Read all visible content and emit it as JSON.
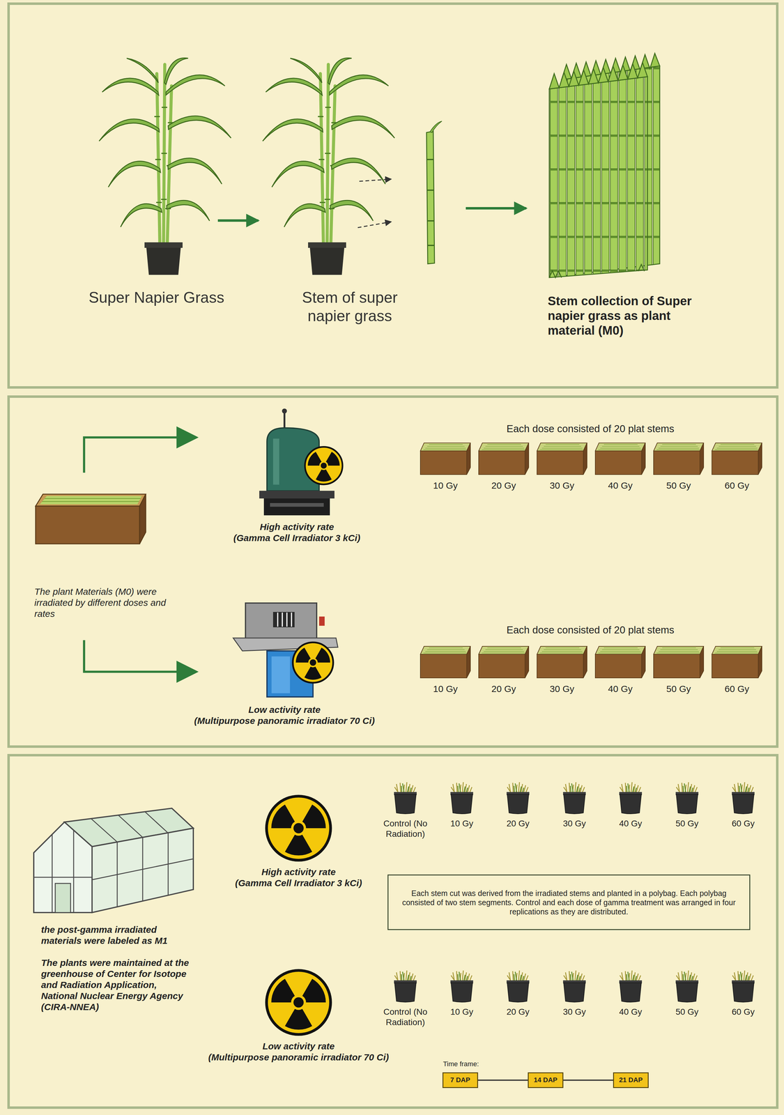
{
  "diagram": {
    "nodes": [
      {
        "text": [
          "Super Napier Grass"
        ]
      },
      {
        "text": [
          "Stem of super napier grass"
        ]
      },
      {
        "text": [
          "Stem collection of Super napier grass as plant material (M0)"
        ]
      },
      {
        "text": [
          "The plant Materials (M0) were irradiated by different doses and rates"
        ]
      },
      {
        "text": [
          "High activity rate",
          "(Gamma Cell Irradiator 3 kCi)"
        ]
      },
      {
        "text": [
          "Low activity rate",
          "(Multipurpose panoramic irradiator 70 Ci)"
        ]
      },
      {
        "text": [
          "10 Gy"
        ]
      },
      {
        "text": [
          "20 Gy"
        ]
      },
      {
        "text": [
          "30 Gy"
        ]
      },
      {
        "text": [
          "40 Gy"
        ]
      },
      {
        "text": [
          "50 Gy"
        ]
      },
      {
        "text": [
          "60 Gy"
        ]
      },
      {
        "text": [
          "10 Gy"
        ]
      },
      {
        "text": [
          "20 Gy"
        ]
      },
      {
        "text": [
          "30 Gy"
        ]
      },
      {
        "text": [
          "40 Gy"
        ]
      },
      {
        "text": [
          "50 Gy"
        ]
      },
      {
        "text": [
          "60 Gy"
        ]
      },
      {
        "text": [
          "the post-gamma irradiated materials were labeled as M1",
          "The plants were maintained at the greenhouse of Center for Isotope and Radiation Application, National Nuclear Energy Agency (CIRA-NNEA)"
        ]
      },
      {
        "text": [
          "High activity rate",
          "(Gamma Cell Irradiator 3 kCi)"
        ]
      },
      {
        "text": [
          "Control (No Radiation)"
        ]
      },
      {
        "text": [
          "10 Gy"
        ]
      },
      {
        "text": [
          "20 Gy"
        ]
      },
      {
        "text": [
          "30 Gy"
        ]
      },
      {
        "text": [
          "40 Gy"
        ]
      },
      {
        "text": [
          "50 Gy"
        ]
      },
      {
        "text": [
          "60 Gy"
        ]
      },
      {
        "text": [
          "Each stem cut was derived from the irradiated stems and planted in a polybag. Each polybag consisted of two stem segments. Control and each dose of gamma treatment was arranged in four replications as they are distributed."
        ]
      },
      {
        "text": [
          "Low activity rate",
          "(Multipurpose panoramic irradiator 70 Ci)"
        ]
      },
      {
        "text": [
          "Control (No Radiation)"
        ]
      },
      {
        "text": [
          "10 Gy"
        ]
      },
      {
        "text": [
          "20 Gy"
        ]
      },
      {
        "text": [
          "30 Gy"
        ]
      },
      {
        "text": [
          "40 Gy"
        ]
      },
      {
        "text": [
          "50 Gy"
        ]
      },
      {
        "text": [
          "60 Gy"
        ]
      },
      {
        "text": [
          "7 DAP"
        ]
      },
      {
        "text": [
          "14 DAP"
        ]
      },
      {
        "text": [
          "21 DAP"
        ]
      }
    ],
    "edges": [
      {
        "from": 0,
        "to": 1,
        "arrow": "to"
      },
      {
        "from": 1,
        "to": 2,
        "arrow": "to"
      },
      {
        "from": 3,
        "to": 4,
        "arrow": "to"
      },
      {
        "from": 3,
        "to": 5,
        "arrow": "to"
      },
      {
        "from": 36,
        "to": 37,
        "arrow": "none"
      },
      {
        "from": 37,
        "to": 38,
        "arrow": "none"
      }
    ],
    "labels": [
      "Each dose consisted of 20 plat stems",
      "Each dose consisted of 20 plat stems",
      "Time frame:"
    ]
  }
}
